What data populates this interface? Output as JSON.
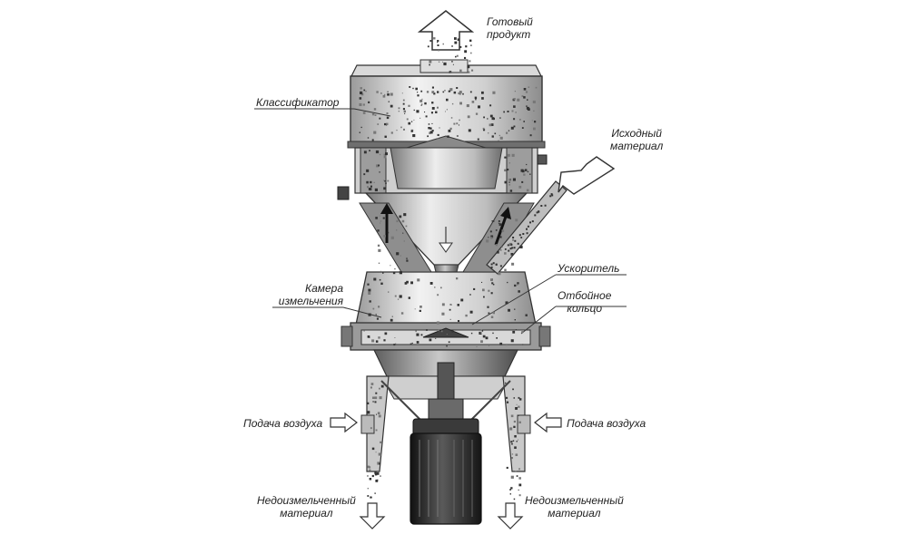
{
  "labels": {
    "product": [
      "Готовый",
      "продукт"
    ],
    "classifier": "Классификатор",
    "feed": [
      "Исходный",
      "материал"
    ],
    "accelerator": "Ускоритель",
    "chamber": [
      "Камера",
      "измельчения"
    ],
    "impact_ring": [
      "Отбойное",
      "кольцо"
    ],
    "air_left": "Подача воздуха",
    "air_right": "Подача воздуха",
    "reject_left": [
      "Недоизмельченный",
      "материал"
    ],
    "reject_right": [
      "Недоизмельченный",
      "материал"
    ]
  },
  "colors": {
    "line": "#333333",
    "body_light": "#e4e4e4",
    "body_dark": "#8a8a8a",
    "motor": "#2b2b2b",
    "particles": "#555555"
  }
}
